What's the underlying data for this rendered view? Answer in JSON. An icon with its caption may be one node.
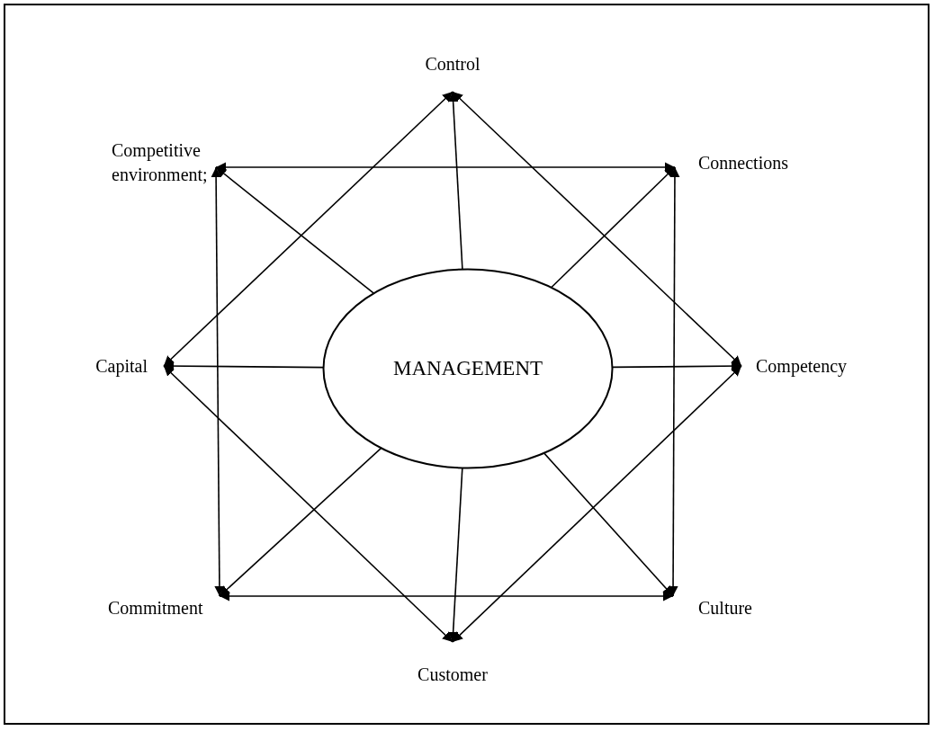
{
  "diagram": {
    "nodes": [
      {
        "text": [
          "Control"
        ]
      },
      {
        "text": [
          "Competitive environment;"
        ]
      },
      {
        "text": [
          "Connections"
        ]
      },
      {
        "text": [
          "Capital"
        ]
      },
      {
        "text": [
          "MANAGEMENT"
        ]
      },
      {
        "text": [
          "Competency"
        ]
      },
      {
        "text": [
          "Commitment"
        ]
      },
      {
        "text": [
          "Culture"
        ]
      },
      {
        "text": [
          "Customer"
        ]
      }
    ],
    "edges": [
      {
        "from": 4,
        "to": 0,
        "arrow": "to"
      },
      {
        "from": 4,
        "to": 1,
        "arrow": "to"
      },
      {
        "from": 4,
        "to": 2,
        "arrow": "to"
      },
      {
        "from": 4,
        "to": 3,
        "arrow": "to"
      },
      {
        "from": 4,
        "to": 5,
        "arrow": "to"
      },
      {
        "from": 4,
        "to": 6,
        "arrow": "to"
      },
      {
        "from": 4,
        "to": 7,
        "arrow": "to"
      },
      {
        "from": 4,
        "to": 8,
        "arrow": "to"
      },
      {
        "from": 1,
        "to": 2,
        "arrow": "both"
      },
      {
        "from": 2,
        "to": 7,
        "arrow": "both"
      },
      {
        "from": 7,
        "to": 6,
        "arrow": "both"
      },
      {
        "from": 6,
        "to": 1,
        "arrow": "both"
      },
      {
        "from": 0,
        "to": 5,
        "arrow": "both"
      },
      {
        "from": 5,
        "to": 8,
        "arrow": "both"
      },
      {
        "from": 8,
        "to": 3,
        "arrow": "both"
      },
      {
        "from": 3,
        "to": 0,
        "arrow": "both"
      }
    ]
  }
}
